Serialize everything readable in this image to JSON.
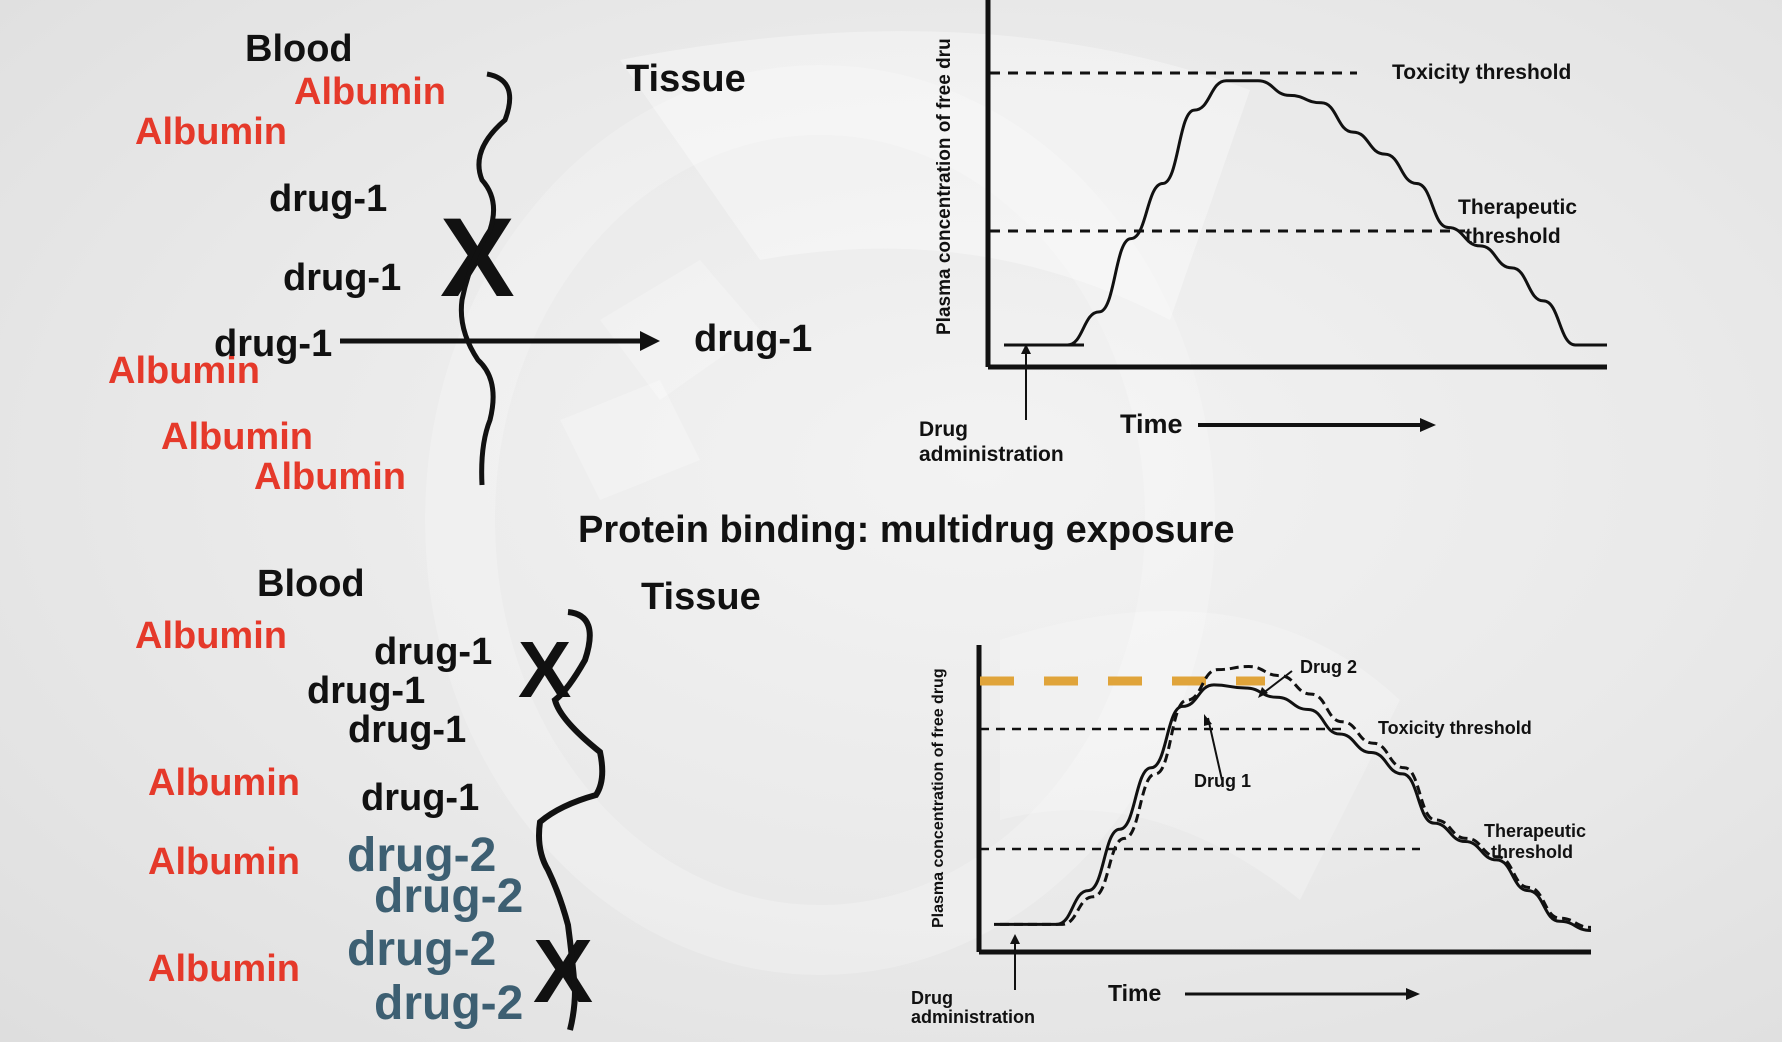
{
  "title": "Protein binding: multidrug exposure",
  "top_diagram": {
    "blood_label": "Blood",
    "tissue_label": "Tissue",
    "albumin": [
      "Albumin",
      "Albumin",
      "Albumin",
      "Albumin",
      "Albumin"
    ],
    "drug1": [
      "drug-1",
      "drug-1",
      "drug-1"
    ],
    "drug1_tissue": "drug-1",
    "block_mark": "X"
  },
  "bottom_diagram": {
    "blood_label": "Blood",
    "tissue_label": "Tissue",
    "albumin": [
      "Albumin",
      "Albumin",
      "Albumin",
      "Albumin"
    ],
    "drug1": [
      "drug-1",
      "drug-1",
      "drug-1",
      "drug-1"
    ],
    "drug2": [
      "drug-2",
      "drug-2",
      "drug-2",
      "drug-2"
    ],
    "block_mark": "X",
    "drug2_color": "#3d5f72"
  },
  "colors": {
    "albumin": "#e5392a",
    "text": "#111111",
    "drug2_line": "#e0a43a"
  },
  "chart_data": [
    {
      "type": "line",
      "ylabel": "Plasma concentration of free dru",
      "xlabel": "Time",
      "annotations": [
        "Toxicity threshold",
        "Therapeutic threshold",
        "Drug administration"
      ],
      "threshold_labels": {
        "toxicity": "Toxicity threshold",
        "therapeutic_line1": "Therapeutic",
        "therapeutic_line2": "threshold"
      },
      "administration_label": [
        "Drug",
        "administration"
      ],
      "toxicity_threshold": 0.85,
      "therapeutic_threshold": 0.4,
      "series": [
        {
          "values": [
            0.06,
            0.06,
            0.06,
            0.15,
            0.35,
            0.5,
            0.7,
            0.78,
            0.78,
            0.74,
            0.72,
            0.64,
            0.58,
            0.5,
            0.38,
            0.33,
            0.27,
            0.18,
            0.06,
            0.06
          ]
        }
      ]
    },
    {
      "type": "line",
      "ylabel": "Plasma concentration of free drug",
      "xlabel": "Time",
      "annotations": [
        "Toxicity threshold",
        "Therapeutic threshold",
        "Drug administration"
      ],
      "threshold_labels": {
        "toxicity": "Toxicity threshold",
        "therapeutic_line1": "Therapeutic",
        "therapeutic_line2": "threshold"
      },
      "administration_label": [
        "Drug",
        "administration"
      ],
      "series_labels": [
        "Drug 1",
        "Drug 2"
      ],
      "toxicity_threshold": 0.8,
      "therapeutic_threshold": 0.36,
      "max_line": 0.93,
      "series": [
        {
          "name": "Drug 1",
          "values": [
            0.09,
            0.09,
            0.09,
            0.2,
            0.4,
            0.6,
            0.8,
            0.87,
            0.86,
            0.83,
            0.79,
            0.71,
            0.65,
            0.58,
            0.42,
            0.36,
            0.3,
            0.2,
            0.1,
            0.07
          ]
        },
        {
          "name": "Drug 2",
          "values": [
            0.09,
            0.09,
            0.09,
            0.18,
            0.37,
            0.58,
            0.82,
            0.92,
            0.93,
            0.9,
            0.84,
            0.75,
            0.68,
            0.6,
            0.43,
            0.37,
            0.31,
            0.21,
            0.11,
            0.08
          ]
        }
      ]
    }
  ]
}
